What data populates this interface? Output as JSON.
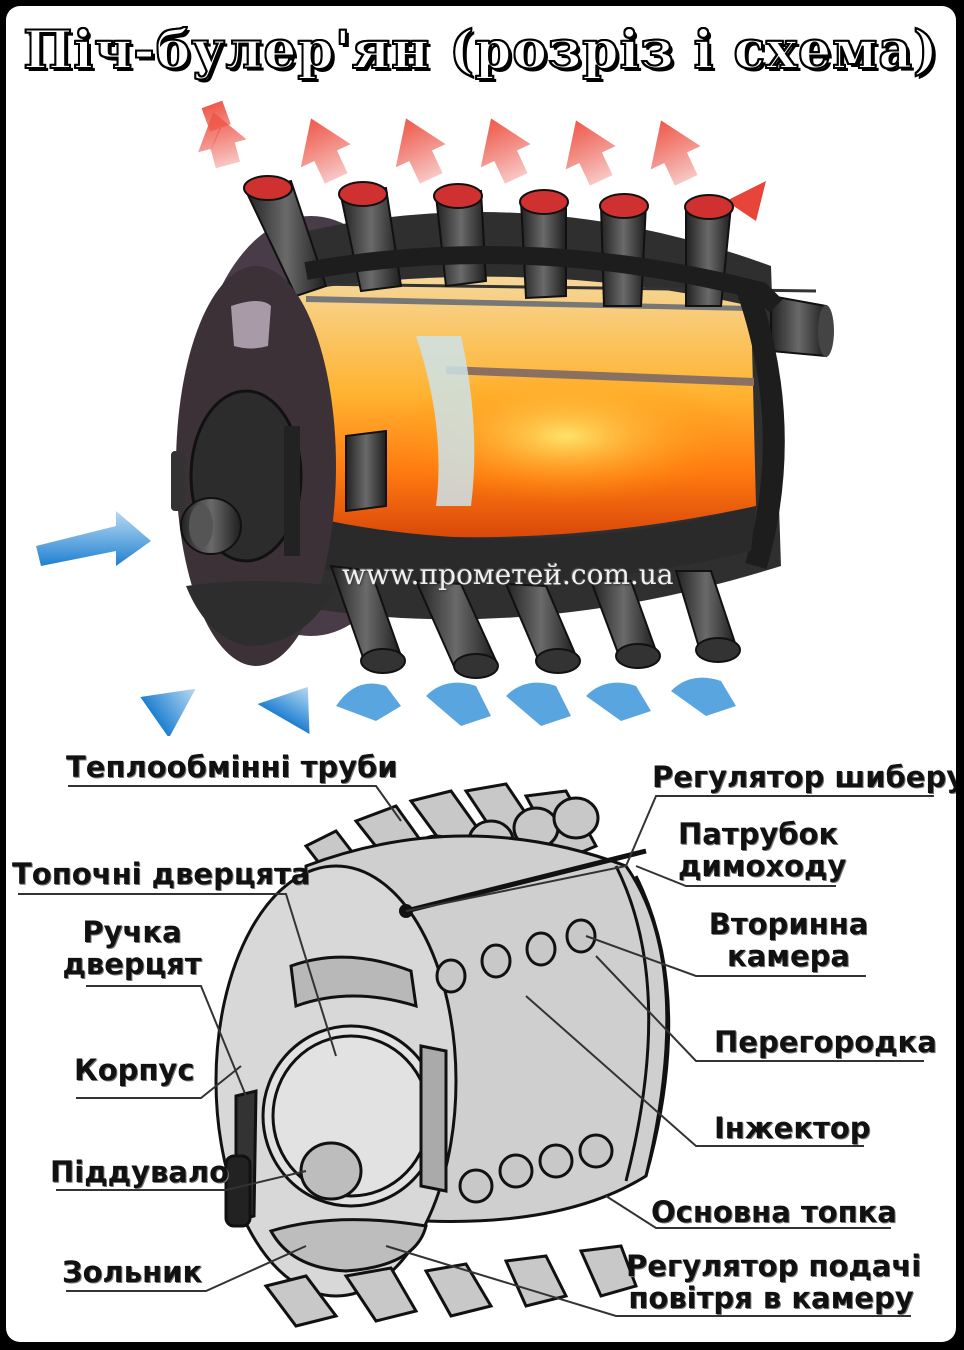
{
  "title": "Піч-булер'ян (розріз і схема)",
  "watermark": "www.прометей.com.ua",
  "colors": {
    "hot_arrow": "#e8453a",
    "cold_arrow": "#2f8fd8",
    "fire": "#ff9a1a",
    "body_dark": "#3a3a3a",
    "schematic_fill": "#c8c8c8"
  },
  "labels": {
    "heat_exchange_pipes": "Теплообмінні труби",
    "damper_regulator": "Регулятор шиберу",
    "chimney_pipe_l1": "Патрубок",
    "chimney_pipe_l2": "димоходу",
    "firebox_door": "Топочні дверцята",
    "door_handle_l1": "Ручка",
    "door_handle_l2": "дверцят",
    "secondary_chamber_l1": "Вторинна",
    "secondary_chamber_l2": "камера",
    "partition": "Перегородка",
    "body": "Корпус",
    "injector": "Інжектор",
    "blower": "Піддувало",
    "main_firebox": "Основна топка",
    "ash_pan": "Зольник",
    "air_regulator_l1": "Регулятор подачі",
    "air_regulator_l2": "повітря в камеру"
  }
}
